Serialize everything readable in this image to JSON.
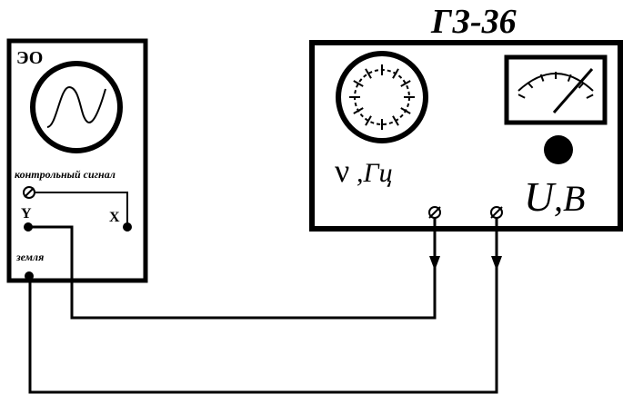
{
  "oscilloscope": {
    "label": "ЭО",
    "control_signal_label": "контрольный сигнал",
    "y_label": "Y",
    "x_label": "X",
    "ground_label": "земля"
  },
  "generator": {
    "model": "ГЗ-36",
    "frequency_symbol": "ν",
    "frequency_unit": ",Гц",
    "voltage_symbol": "U",
    "voltage_unit": ",В"
  }
}
